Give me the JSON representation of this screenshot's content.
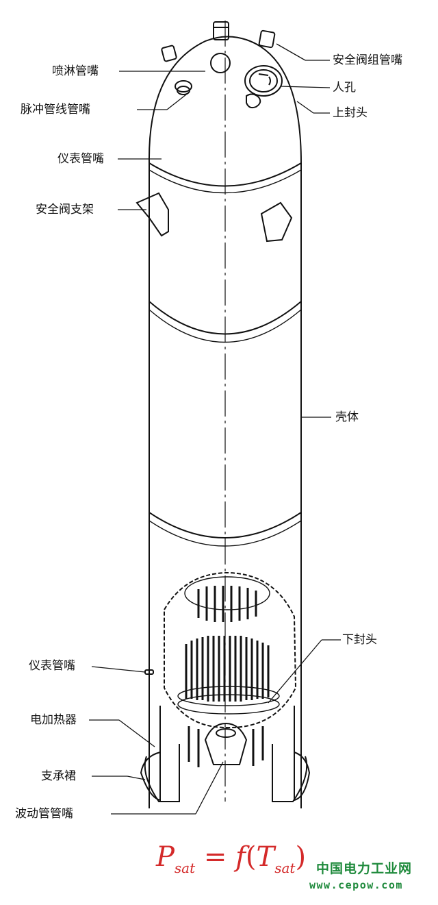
{
  "labels": {
    "spray_nozzle": "喷淋管嘴",
    "safety_valve_nozzle": "安全阀组管嘴",
    "manhole": "人孔",
    "impulse_line_nozzle": "脉冲管线管嘴",
    "upper_head": "上封头",
    "instrument_nozzle_top": "仪表管嘴",
    "safety_valve_bracket": "安全阀支架",
    "shell": "壳体",
    "lower_head": "下封头",
    "instrument_nozzle_bottom": "仪表管嘴",
    "electric_heater": "电加热器",
    "support_skirt": "支承裙",
    "surge_line_nozzle": "波动管管嘴"
  },
  "formula": {
    "p": "P",
    "p_sub": "sat",
    "eq": " = ",
    "f": "f",
    "open": "(",
    "t": "T",
    "t_sub": "sat",
    "close": ")"
  },
  "watermark": {
    "name": "中国电力工业网",
    "url": "www.cepow.com"
  },
  "colors": {
    "line": "#111111",
    "formula": "#d42a2a",
    "watermark": "#1f8a3c"
  }
}
